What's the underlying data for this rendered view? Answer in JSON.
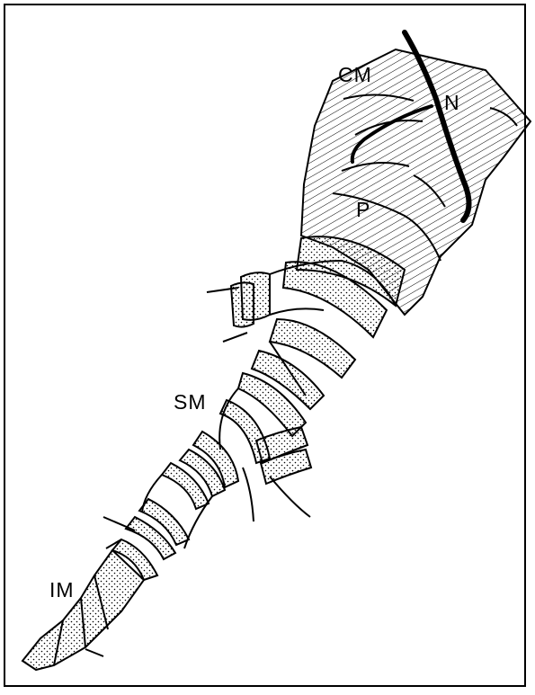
{
  "figure": {
    "labels": {
      "cm": "CM",
      "n": "N",
      "p": "P",
      "sm": "SM",
      "im": "IM"
    },
    "colors": {
      "stroke": "#000000",
      "background": "#ffffff"
    }
  }
}
